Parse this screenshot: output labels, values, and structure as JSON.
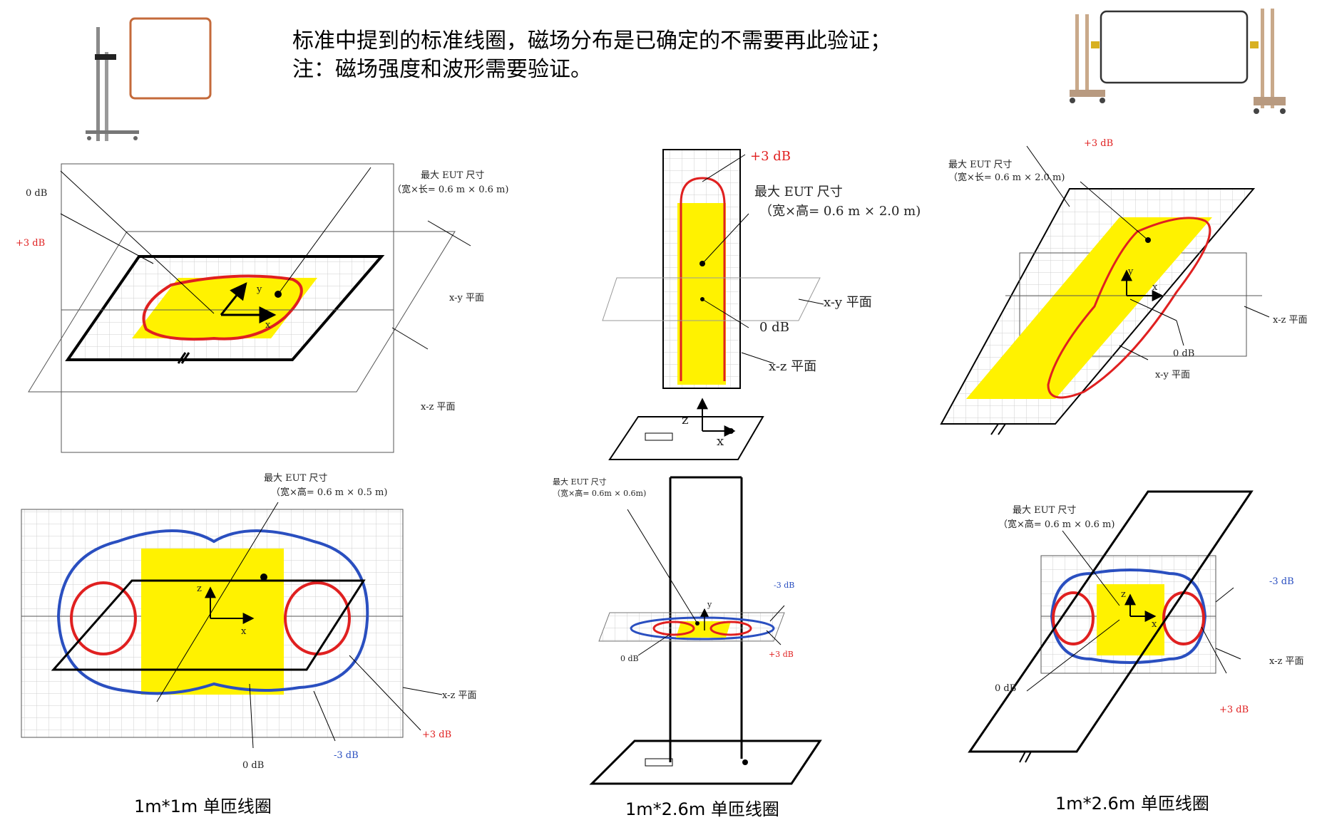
{
  "note": {
    "line1": "标准中提到的标准线圈，磁场分布是已确定的不需要再此验证；",
    "line2": "注：磁场强度和波形需要验证。"
  },
  "photos": {
    "left": "single-loop-stand-photo",
    "right": "rectangular-loop-cart-photo"
  },
  "colors": {
    "eut": "#fff200",
    "plus3": "#e02020",
    "minus3": "#2a4fc0",
    "grid": "#c9c9c9"
  },
  "diagrams": {
    "d1": {
      "eut_title": "最大 EUT 尺寸",
      "eut_size": "（宽×长= 0.6 m × 0.6 m)",
      "zero": "0 dB",
      "plus3": "+3 dB",
      "xy": "x-y 平面",
      "xz": "x-z 平面",
      "ax_x": "x",
      "ax_y": "y"
    },
    "d2": {
      "eut_title": "最大 EUT 尺寸",
      "eut_size": "（宽×高= 0.6 m × 2.0 m)",
      "plus3": "+3 dB",
      "zero": "0 dB",
      "xy": "x-y 平面",
      "xz": "x-z 平面",
      "ax_z": "z",
      "ax_x": "x"
    },
    "d3": {
      "eut_title": "最大 EUT 尺寸",
      "eut_size": "（宽×长= 0.6 m × 2.0 m)",
      "plus3": "+3 dB",
      "zero": "0 dB",
      "xz": "x-z 平面",
      "xy": "x-y 平面",
      "ax_y": "y",
      "ax_x": "x"
    },
    "d4": {
      "eut_title": "最大 EUT 尺寸",
      "eut_size": "（宽×高= 0.6 m × 0.5 m)",
      "zero": "0 dB",
      "plus3": "+3 dB",
      "minus3": "-3 dB",
      "xz": "x-z 平面",
      "ax_z": "z",
      "ax_x": "x"
    },
    "d5": {
      "eut_title": "最大 EUT 尺寸",
      "eut_size": "（宽×高= 0.6m × 0.6m)",
      "zero": "0 dB",
      "plus3": "+3 dB",
      "minus3": "-3 dB",
      "ax_y": "y"
    },
    "d6": {
      "eut_title": "最大 EUT 尺寸",
      "eut_size": "（宽×高= 0.6 m × 0.6 m)",
      "zero": "0 dB",
      "plus3": "+3 dB",
      "minus3": "-3 dB",
      "xz": "x-z 平面",
      "ax_z": "z",
      "ax_x": "x"
    }
  },
  "captions": {
    "c1": "1m*1m 单匝线圈",
    "c2": "1m*2.6m 单匝线圈",
    "c3": "1m*2.6m 单匝线圈"
  }
}
